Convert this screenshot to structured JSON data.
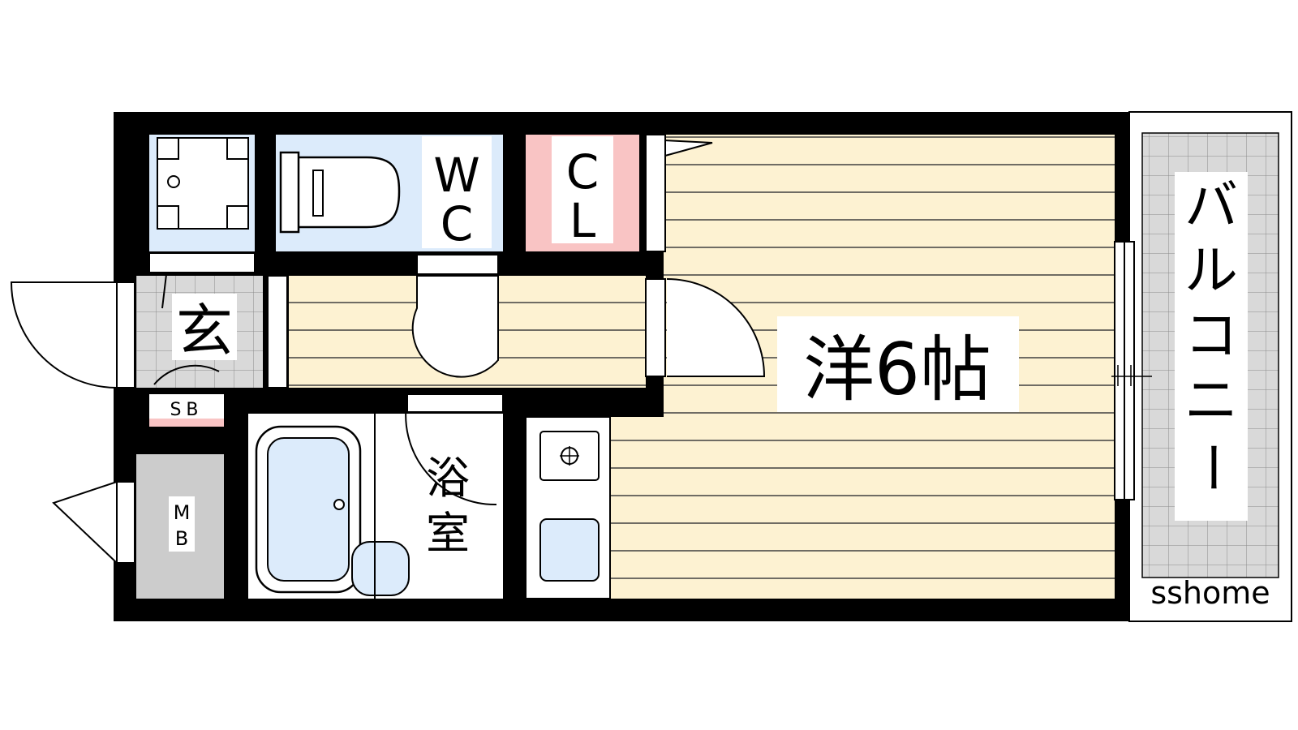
{
  "plan": {
    "main_room": "洋6帖",
    "toilet": "WC",
    "closet": "CL",
    "entrance": "玄",
    "shoe_box": "SB",
    "meter_box": "MB",
    "bathroom": "浴室",
    "balcony": "バルコニー",
    "watermark": "sshome"
  },
  "colors": {
    "wall": "#000000",
    "wood_floor": "#fdf2d2",
    "wood_line": "#404040",
    "wet_area": "#dcebfb",
    "closet": "#f9c4c4",
    "tile": "#d9d9d9",
    "meter_box": "#cccccc"
  }
}
